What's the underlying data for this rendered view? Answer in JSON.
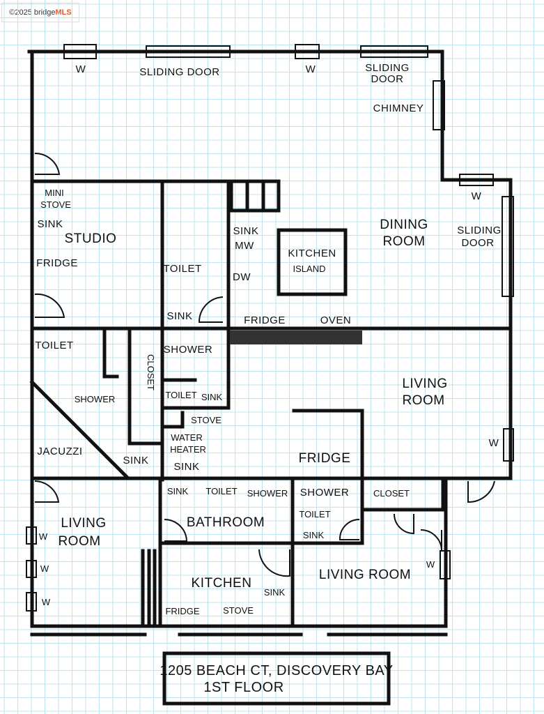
{
  "watermark": {
    "prefix": "©2025 bridge",
    "brand": "MLS"
  },
  "labels": {
    "w1": "W",
    "sliding_door_top": "SLIDING DOOR",
    "w2": "W",
    "sliding_door_tr_1": "SLIDING",
    "sliding_door_tr_2": "DOOR",
    "chimney": "CHIMNEY",
    "w3": "W",
    "mini_stove_1": "MINI",
    "mini_stove_2": "STOVE",
    "sink_studio": "SINK",
    "studio": "STUDIO",
    "fridge_studio": "FRIDGE",
    "toilet_mid": "TOILET",
    "sink_mid": "SINK",
    "sink_kitchen": "SINK",
    "mw": "MW",
    "dw": "DW",
    "island_1": "KITCHEN",
    "island_2": "ISLAND",
    "dining_1": "DINING",
    "dining_2": "ROOM",
    "sliding_door_right_1": "SLIDING",
    "sliding_door_right_2": "DOOR",
    "fridge_kitchen": "FRIDGE",
    "oven": "OVEN",
    "toilet_left": "TOILET",
    "closet_vertical": "CLOSET",
    "shower_mid": "SHOWER",
    "shower_left": "SHOWER",
    "toilet_sink_1": "TOILET",
    "toilet_sink_2": "SINK",
    "living_1": "LIVING",
    "living_2": "ROOM",
    "stove_mid": "STOVE",
    "water_heater_1": "WATER",
    "water_heater_2": "HEATER",
    "sink_wh": "SINK",
    "jacuzzi": "JACUZZI",
    "sink_jacuzzi": "SINK",
    "fridge_living": "FRIDGE",
    "w_right": "W",
    "bath_sink": "SINK",
    "bath_toilet": "TOILET",
    "bath_shower": "SHOWER",
    "bathroom": "BATHROOM",
    "shower_small": "SHOWER",
    "toilet_small": "TOILET",
    "sink_small": "SINK",
    "closet_small": "CLOSET",
    "living_left_1": "LIVING",
    "living_left_2": "ROOM",
    "w_left1": "W",
    "w_left2": "W",
    "w_left3": "W",
    "kitchen_bottom": "KITCHEN",
    "fridge_bottom": "FRIDGE",
    "stove_bottom": "STOVE",
    "sink_bottom": "SINK",
    "living_room_br": "LIVING ROOM",
    "w_br": "W"
  },
  "title": {
    "line1": "1205 BEACH CT, DISCOVERY BAY",
    "line2": "1ST FLOOR"
  }
}
